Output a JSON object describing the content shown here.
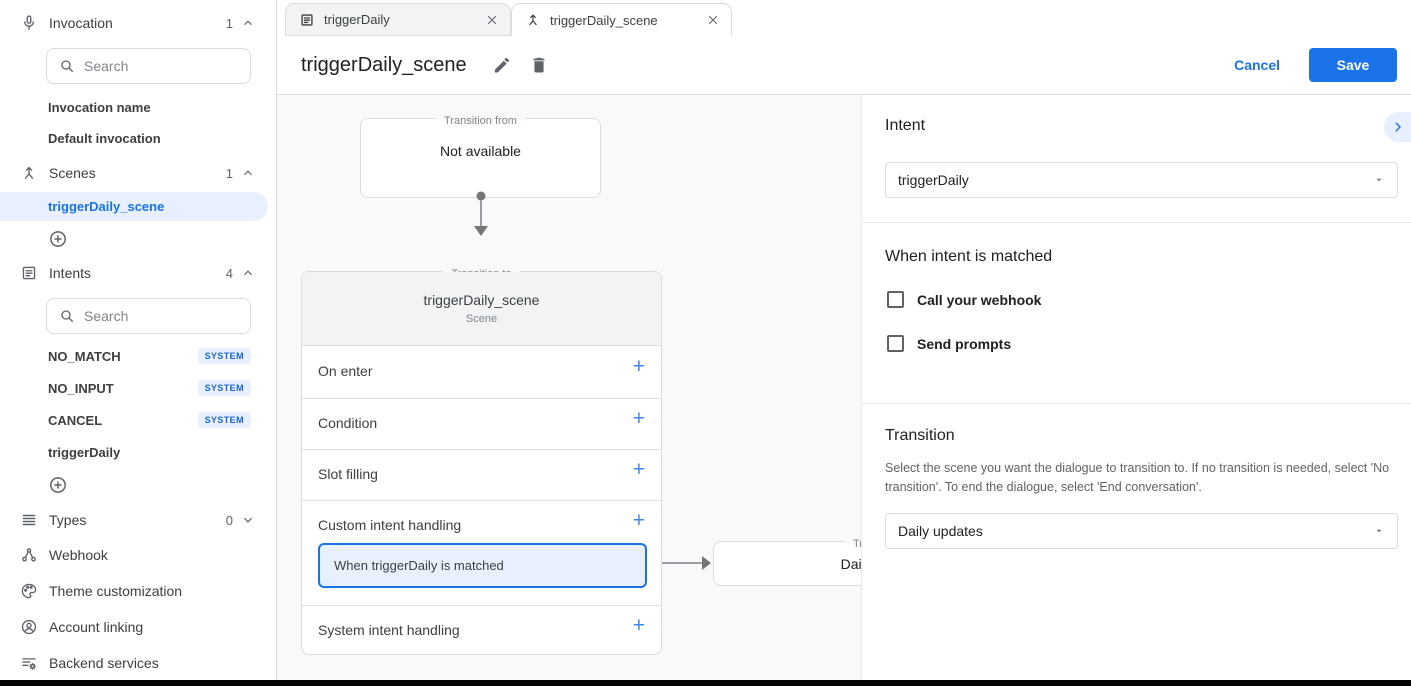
{
  "ui": {
    "plus": "+"
  },
  "sidebar": {
    "search_placeholder": "Search",
    "sections": {
      "invocation": {
        "label": "Invocation",
        "count": "1"
      },
      "scenes": {
        "label": "Scenes",
        "count": "1"
      },
      "intents": {
        "label": "Intents",
        "count": "4"
      },
      "types": {
        "label": "Types",
        "count": "0"
      }
    },
    "invocation_items": [
      "Invocation name",
      "Default invocation"
    ],
    "scene_items": [
      "triggerDaily_scene"
    ],
    "intent_items": [
      {
        "label": "NO_MATCH",
        "badge": "SYSTEM"
      },
      {
        "label": "NO_INPUT",
        "badge": "SYSTEM"
      },
      {
        "label": "CANCEL",
        "badge": "SYSTEM"
      },
      {
        "label": "triggerDaily",
        "badge": ""
      }
    ],
    "tools": [
      "Webhook",
      "Theme customization",
      "Account linking",
      "Backend services"
    ]
  },
  "tabs": [
    {
      "label": "triggerDaily"
    },
    {
      "label": "triggerDaily_scene"
    }
  ],
  "header": {
    "title": "triggerDaily_scene",
    "cancel": "Cancel",
    "save": "Save"
  },
  "canvas": {
    "from_box": {
      "legend": "Transition from",
      "text": "Not available"
    },
    "scene_card": {
      "legend": "Transition to",
      "title": "triggerDaily_scene",
      "subtitle": "Scene",
      "rows": [
        "On enter",
        "Condition",
        "Slot filling",
        "Custom intent handling",
        "System intent handling"
      ],
      "selected_handler": "When triggerDaily is matched"
    },
    "next_box": {
      "legend": "Transition to",
      "title": "Daily updates"
    }
  },
  "panel": {
    "intent": {
      "label": "Intent",
      "value": "triggerDaily"
    },
    "matched": {
      "heading": "When intent is matched",
      "options": [
        {
          "label": "Call your webhook",
          "checked": false
        },
        {
          "label": "Send prompts",
          "checked": false
        }
      ]
    },
    "transition": {
      "heading": "Transition",
      "description": "Select the scene you want the dialogue to transition to. If no transition is needed, select 'No transition'. To end the dialogue, select 'End conversation'.",
      "value": "Daily updates"
    }
  },
  "colors": {
    "accent": "#1a73e8",
    "selected_bg": "#e8f0fe",
    "badge_bg": "#e8f0fe",
    "badge_text": "#1967d2",
    "canvas_bg": "#f8f9fa",
    "save_bg": "#1a73e8"
  }
}
